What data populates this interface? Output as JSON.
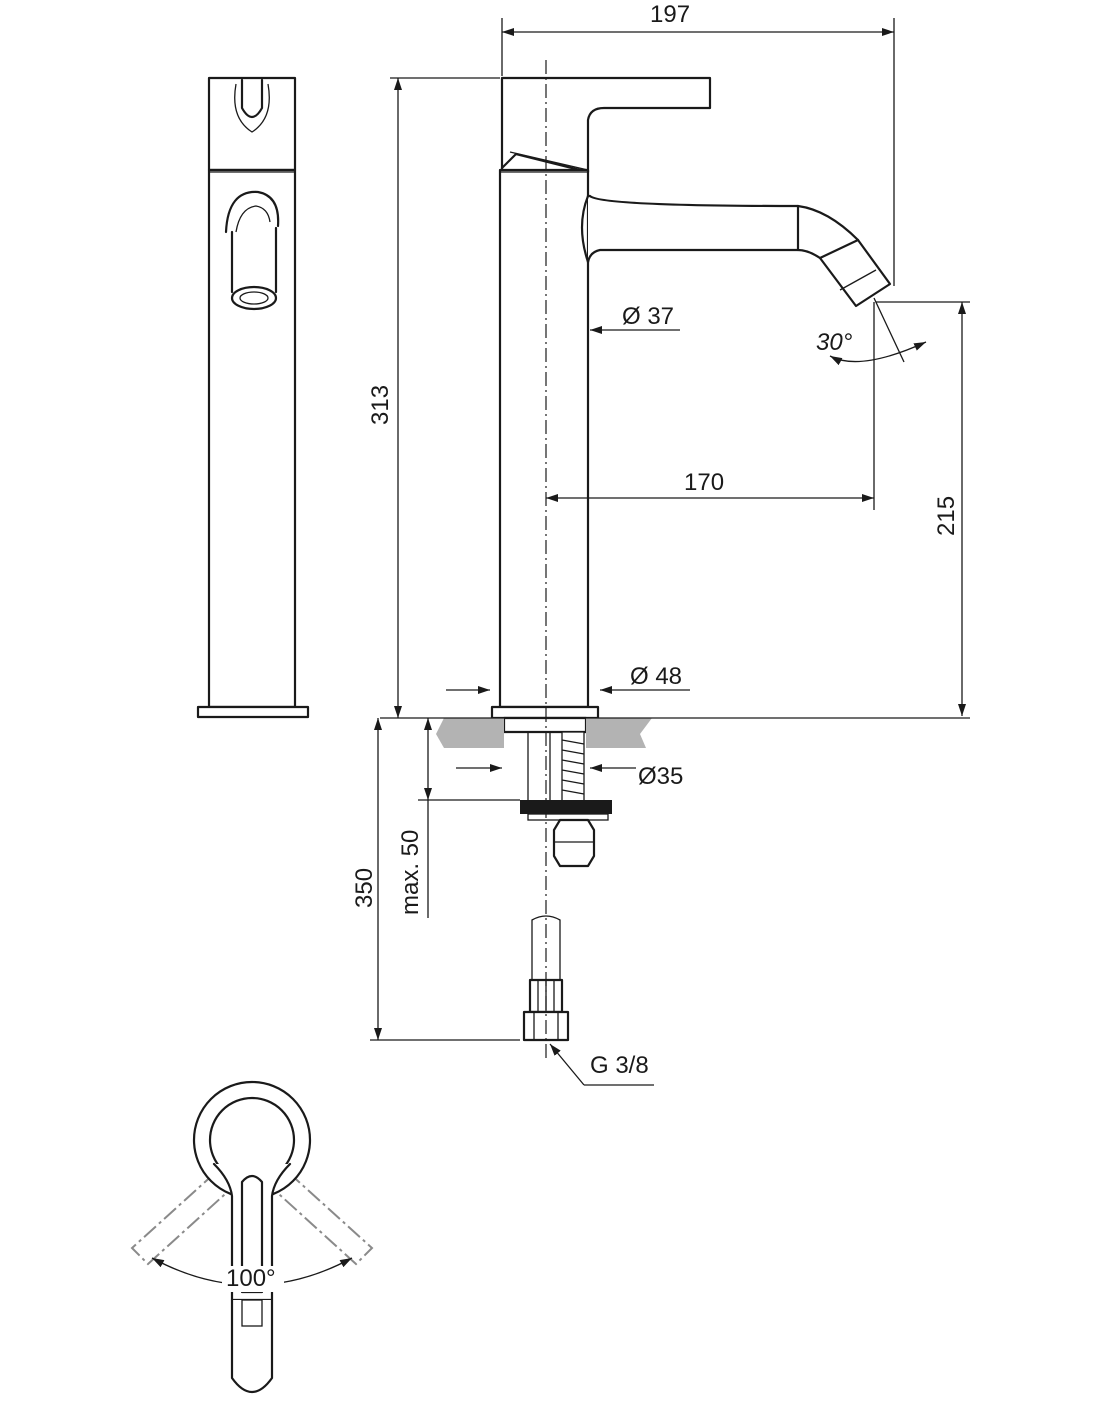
{
  "dimensions": {
    "width_top": "197",
    "height_total": "313",
    "spout_body_diameter": "Ø 37",
    "spout_angle": "30°",
    "spout_reach": "170",
    "spout_height": "215",
    "base_diameter": "Ø 48",
    "mount_hole_diameter": "Ø35",
    "deck_thickness": "max. 50",
    "hose_length": "350",
    "connection_thread": "G 3/8",
    "lever_rotation": "100°"
  },
  "colors": {
    "line": "#1a1a1a",
    "deck_fill": "#b3b3b3",
    "ghost_lever": "#8a8a8a"
  }
}
